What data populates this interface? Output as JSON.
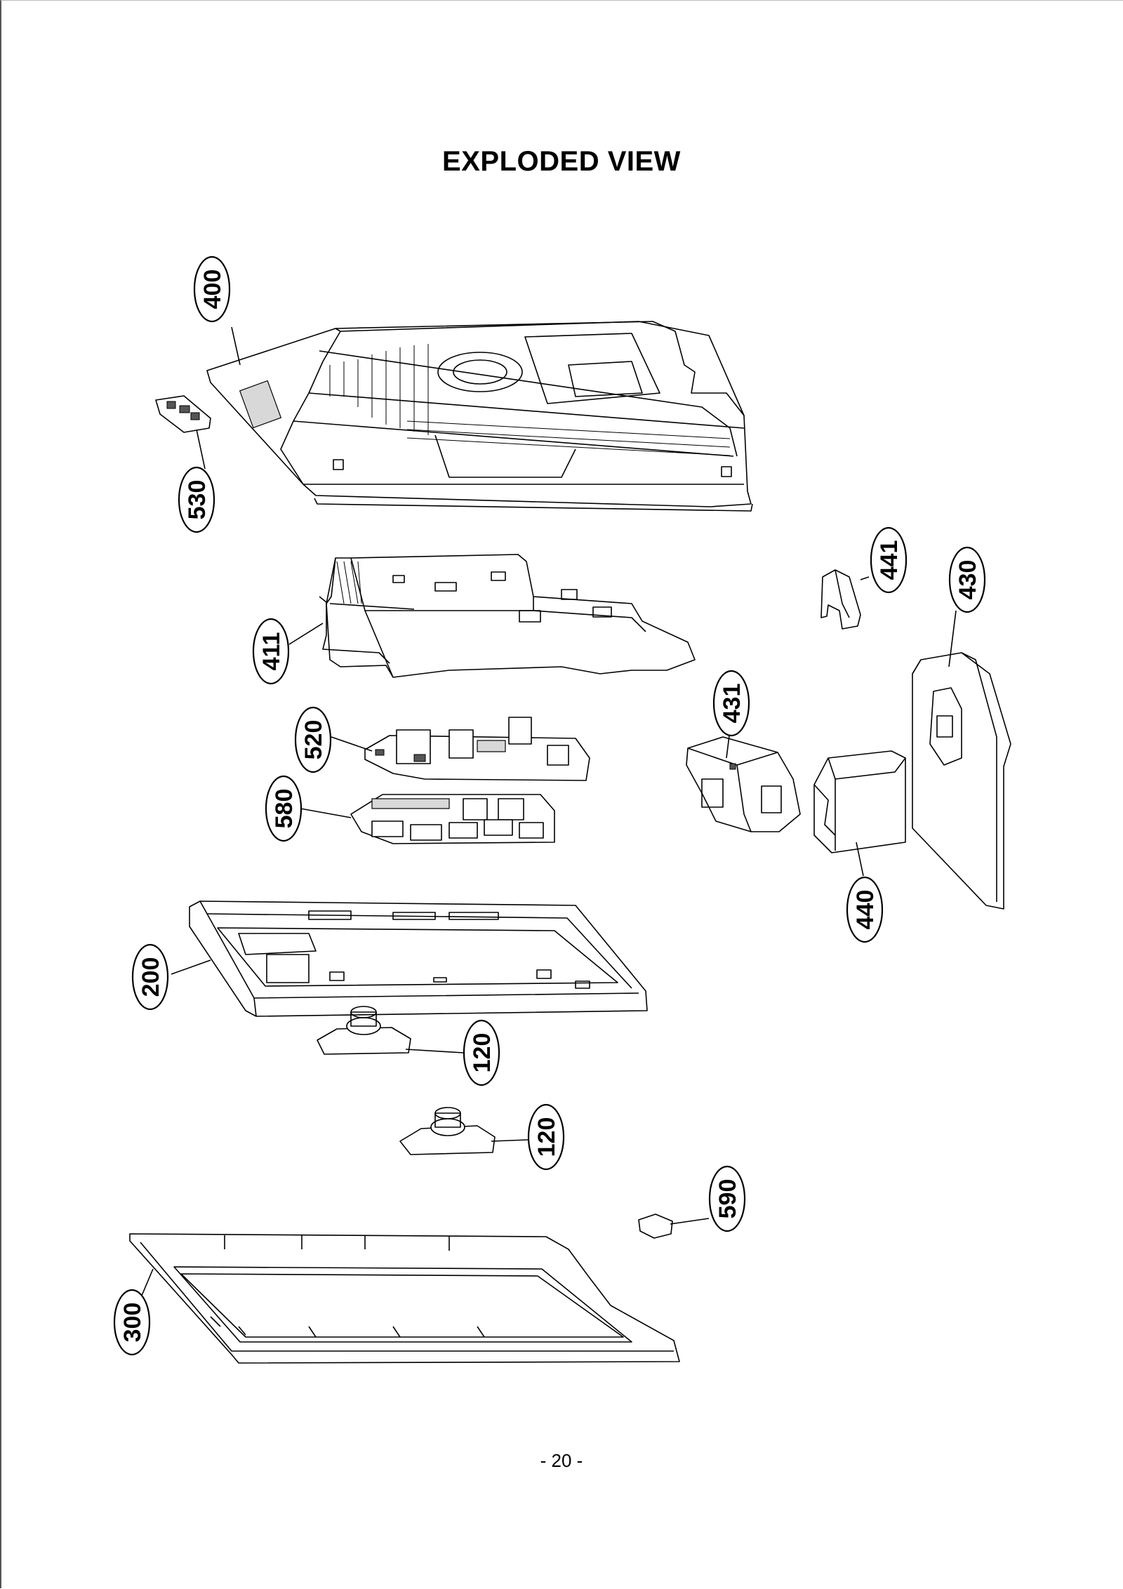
{
  "page": {
    "title": "EXPLODED VIEW",
    "page_number": "- 20 -"
  },
  "callouts": [
    {
      "label": "400"
    },
    {
      "label": "530"
    },
    {
      "label": "441"
    },
    {
      "label": "430"
    },
    {
      "label": "411"
    },
    {
      "label": "431"
    },
    {
      "label": "520"
    },
    {
      "label": "580"
    },
    {
      "label": "440"
    },
    {
      "label": "200"
    },
    {
      "label": "120"
    },
    {
      "label": "120"
    },
    {
      "label": "590"
    },
    {
      "label": "300"
    }
  ]
}
